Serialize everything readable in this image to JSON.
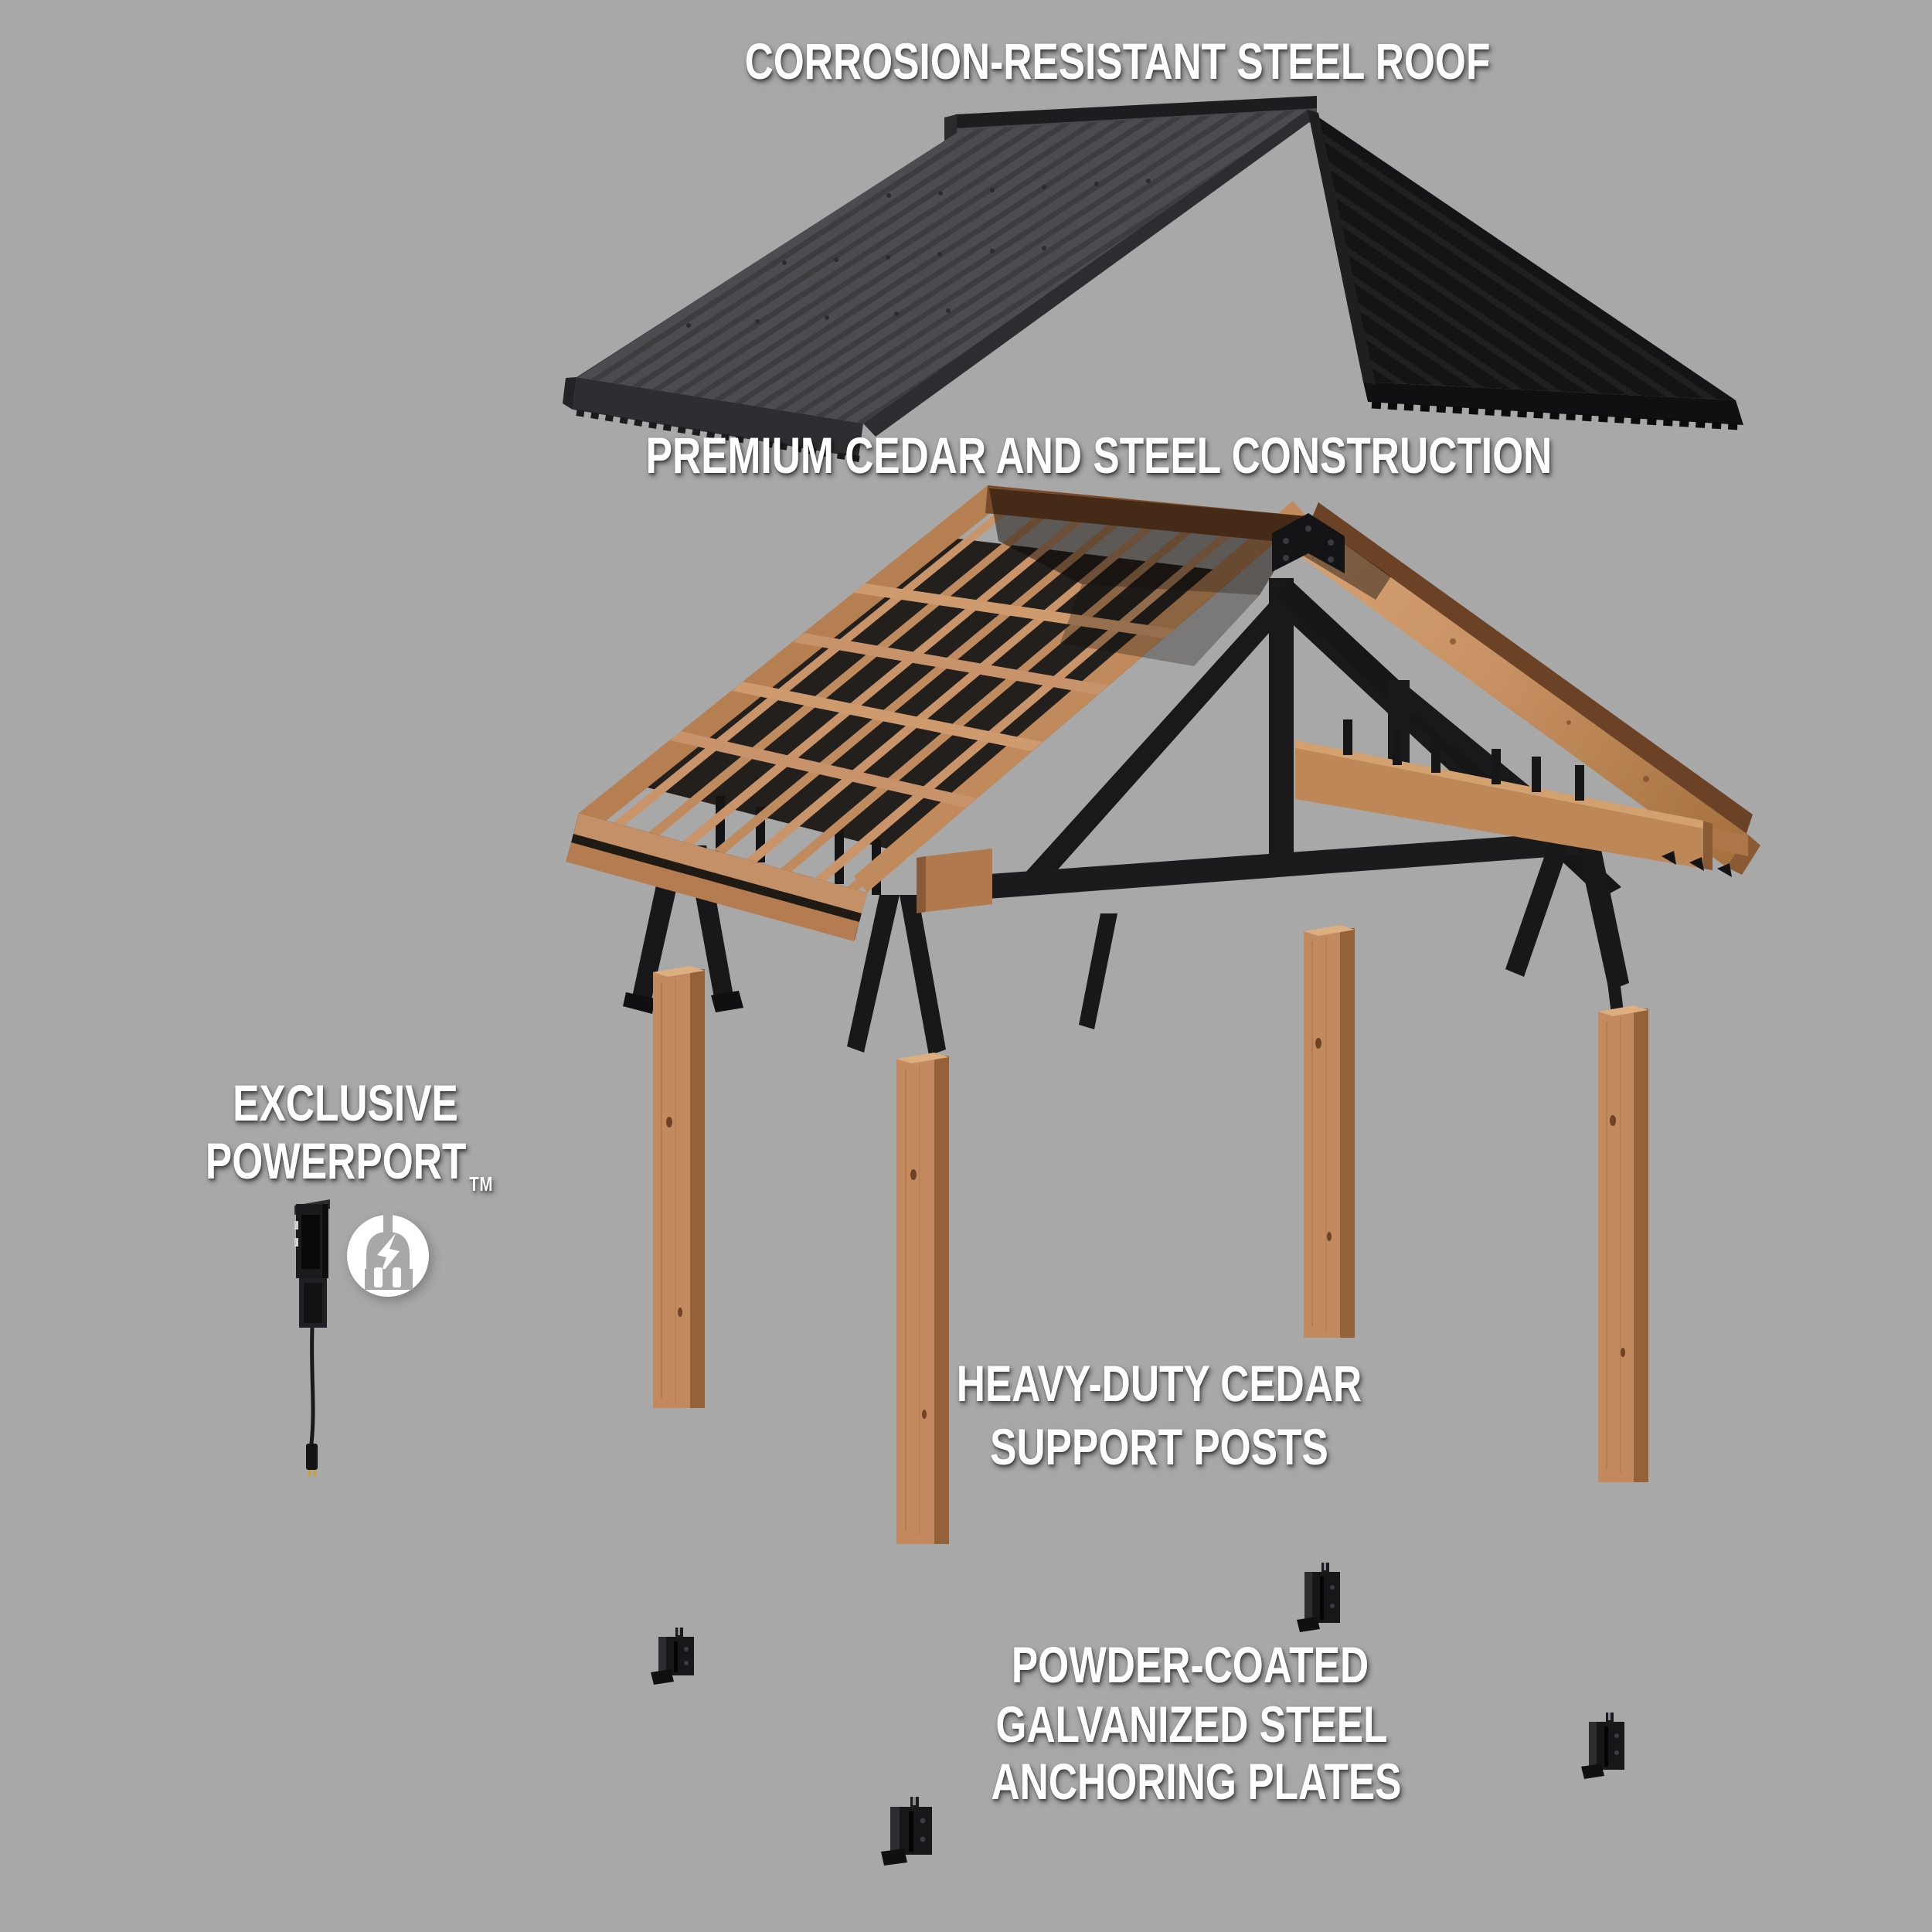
{
  "diagram": {
    "background": "#a8a8a8",
    "type": "exploded-view-product-diagram",
    "subject": "gazebo / pavilion construction layers",
    "parts": {
      "roof": {
        "label": "CORROSION-RESISTANT STEEL ROOF"
      },
      "frame": {
        "label": "PREMIUM CEDAR AND STEEL CONSTRUCTION"
      },
      "powerport": {
        "label_line1": "EXCLUSIVE",
        "label_line2": "POWERPORT",
        "trademark": "TM"
      },
      "posts": {
        "label_line1": "HEAVY-DUTY CEDAR",
        "label_line2": "SUPPORT POSTS",
        "count": 4
      },
      "anchors": {
        "label_line1": "POWDER-COATED",
        "label_line2": "GALVANIZED STEEL",
        "label_line3": "ANCHORING PLATES",
        "count": 4
      }
    },
    "icons": {
      "powerport_icon": "plug-with-lightning-bolt-in-circle"
    },
    "colors": {
      "background": "#a8a8a8",
      "label_text": "#ffffff",
      "steel_roof_dark": "#141416",
      "steel_roof_light": "#4c4c50",
      "steel_black": "#19191b",
      "cedar_light": "#c9946a",
      "cedar_mid": "#b57f52",
      "cedar_dark": "#7a4b2b",
      "icon_white": "#ffffff"
    }
  }
}
